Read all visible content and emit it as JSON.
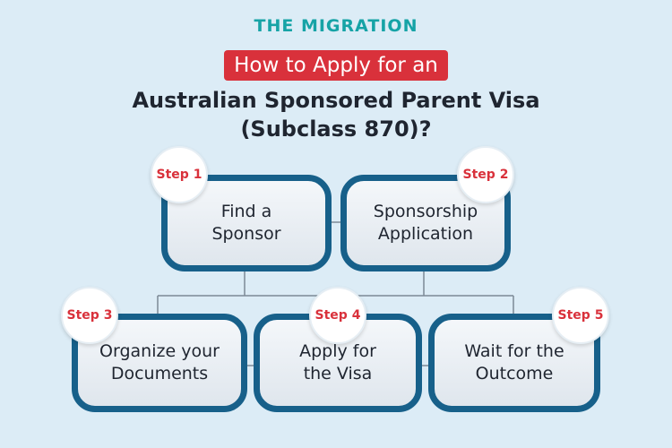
{
  "brand": {
    "logo_text": "THE MIGRATION"
  },
  "title": {
    "highlight": "How to Apply for an",
    "line2": "Australian Sponsored Parent Visa",
    "line3": "(Subclass 870)?"
  },
  "steps": [
    {
      "badge": "Step 1",
      "line1": "Find a",
      "line2": "Sponsor"
    },
    {
      "badge": "Step 2",
      "line1": "Sponsorship",
      "line2": "Application"
    },
    {
      "badge": "Step 3",
      "line1": "Organize your",
      "line2": "Documents"
    },
    {
      "badge": "Step 4",
      "line1": "Apply for",
      "line2": "the Visa"
    },
    {
      "badge": "Step 5",
      "line1": "Wait for the",
      "line2": "Outcome"
    }
  ],
  "colors": {
    "background": "#dcecf6",
    "card_border": "#17608a",
    "accent_red": "#d9313b",
    "brand_teal": "#16a3a6"
  }
}
